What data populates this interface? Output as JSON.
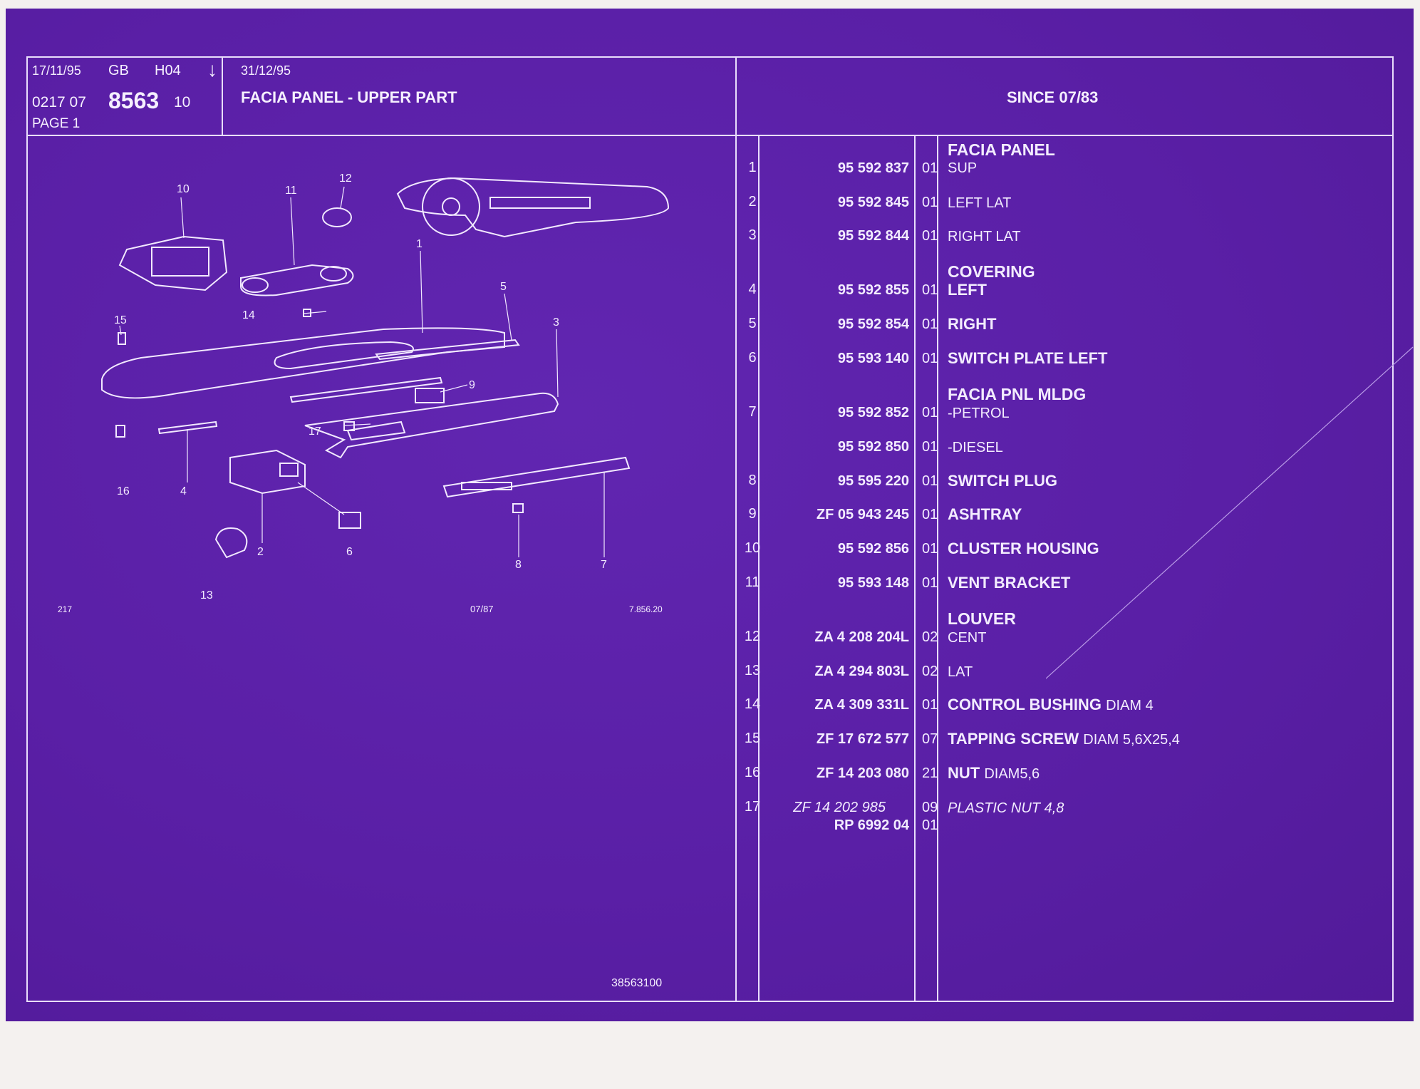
{
  "header": {
    "date1": "17/11/95",
    "country": "GB",
    "code": "H04",
    "arrow_icon": "down-arrow-icon",
    "ref_prefix": "0217 07",
    "ref_main": "8563",
    "ref_suffix": "10",
    "page": "PAGE 1",
    "date2": "31/12/95",
    "title": "FACIA PANEL - UPPER PART",
    "since": "SINCE 07/83"
  },
  "diagram": {
    "callouts": [
      "1",
      "2",
      "3",
      "4",
      "5",
      "6",
      "7",
      "8",
      "9",
      "10",
      "11",
      "12",
      "13",
      "14",
      "15",
      "16",
      "17"
    ],
    "footer_left": "217",
    "footer_mid": "07/87",
    "footer_right": "7.856.20",
    "image_ref": "38563100"
  },
  "parts": [
    {
      "group": "FACIA PANEL"
    },
    {
      "idx": "1",
      "part_no": "95 592 837",
      "qty": "01",
      "desc": "",
      "sub": "SUP"
    },
    {
      "idx": "2",
      "part_no": "95 592 845",
      "qty": "01",
      "desc": "",
      "sub": "LEFT LAT"
    },
    {
      "idx": "3",
      "part_no": "95 592 844",
      "qty": "01",
      "desc": "",
      "sub": "RIGHT LAT"
    },
    {
      "group": "COVERING"
    },
    {
      "idx": "4",
      "part_no": "95 592 855",
      "qty": "01",
      "desc": "LEFT",
      "sub": ""
    },
    {
      "idx": "5",
      "part_no": "95 592 854",
      "qty": "01",
      "desc": "RIGHT",
      "sub": ""
    },
    {
      "idx": "6",
      "part_no": "95 593 140",
      "qty": "01",
      "desc": "SWITCH PLATE LEFT",
      "sub": ""
    },
    {
      "group": "FACIA PNL MLDG"
    },
    {
      "idx": "7",
      "part_no": "95 592 852",
      "qty": "01",
      "desc": "",
      "sub": "-PETROL"
    },
    {
      "idx": "",
      "part_no": "95 592 850",
      "qty": "01",
      "desc": "",
      "sub": "-DIESEL"
    },
    {
      "idx": "8",
      "part_no": "95 595 220",
      "qty": "01",
      "desc": "SWITCH PLUG",
      "sub": ""
    },
    {
      "idx": "9",
      "part_no": "ZF 05 943 245",
      "qty": "01",
      "desc": "ASHTRAY",
      "sub": ""
    },
    {
      "idx": "10",
      "part_no": "95 592 856",
      "qty": "01",
      "desc": "CLUSTER HOUSING",
      "sub": ""
    },
    {
      "idx": "11",
      "part_no": "95 593 148",
      "qty": "01",
      "desc": "VENT BRACKET",
      "sub": ""
    },
    {
      "group": "LOUVER"
    },
    {
      "idx": "12",
      "part_no": "ZA 4 208 204L",
      "qty": "02",
      "desc": "",
      "sub": "CENT"
    },
    {
      "idx": "13",
      "part_no": "ZA 4 294 803L",
      "qty": "02",
      "desc": "",
      "sub": "LAT"
    },
    {
      "idx": "14",
      "part_no": "ZA 4 309 331L",
      "qty": "01",
      "desc": "CONTROL BUSHING",
      "sub": "DIAM 4"
    },
    {
      "idx": "15",
      "part_no": "ZF 17 672 577",
      "qty": "07",
      "desc": "TAPPING SCREW",
      "sub": "DIAM 5,6X25,4"
    },
    {
      "idx": "16",
      "part_no": "ZF 14 203 080",
      "qty": "21",
      "desc": "NUT",
      "sub": "DIAM5,6"
    },
    {
      "idx": "17",
      "part_no": "ZF 14 202 985",
      "qty": "09",
      "desc": "",
      "sub": "PLASTIC NUT 4,8",
      "italic": true
    },
    {
      "idx": "",
      "part_no": "RP 6992 04",
      "qty": "01",
      "desc": "",
      "sub": ""
    }
  ],
  "colors": {
    "background": "#5a1fa6",
    "lines": "#e9defc",
    "text": "#f6f0ff"
  }
}
